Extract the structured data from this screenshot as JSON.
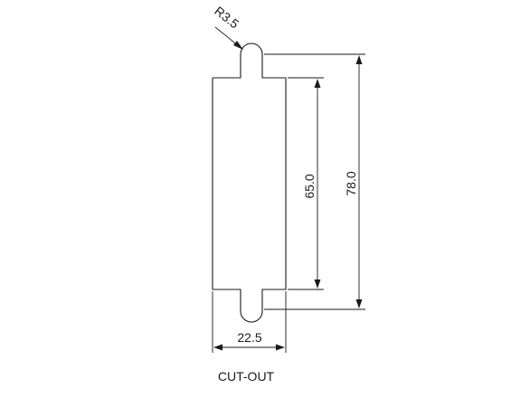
{
  "drawing": {
    "caption": "CUT-OUT",
    "dimensions": {
      "radius_label": "R3.5",
      "inner_height_label": "65.0",
      "overall_height_label": "78.0",
      "width_label": "22.5"
    }
  }
}
